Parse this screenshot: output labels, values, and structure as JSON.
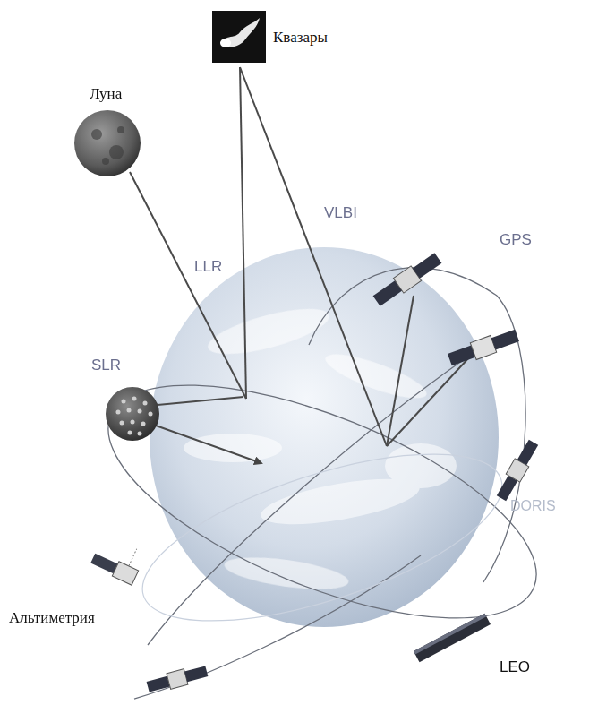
{
  "diagram": {
    "labels": [
      "Квазары",
      "Луна",
      "LLR",
      "VLBI",
      "GPS",
      "SLR",
      "DORIS",
      "Альтиметрия",
      "LEO"
    ]
  }
}
